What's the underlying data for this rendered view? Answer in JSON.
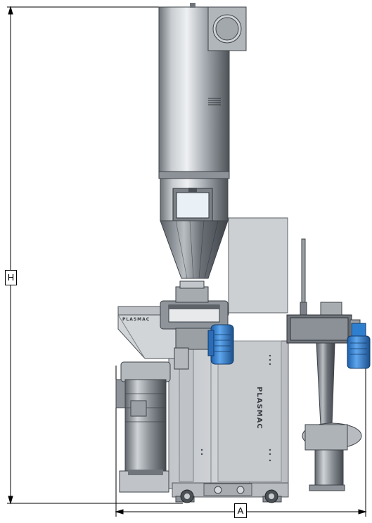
{
  "dimensions": {
    "height_label": "H",
    "width_label": "A"
  },
  "branding": {
    "hopper_brand": "PLASMAC",
    "cabinet_brand": "PLASMAC"
  },
  "colors": {
    "motor_blue": "#2f7fd0",
    "steel": "#9aa0a6",
    "dark_steel": "#4a4f55",
    "panel": "#c9ccd0"
  }
}
